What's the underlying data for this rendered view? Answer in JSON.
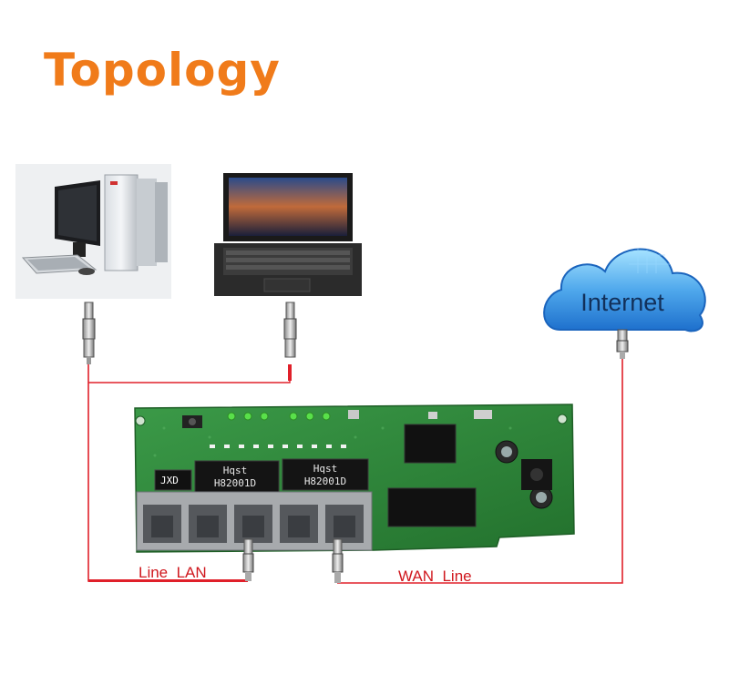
{
  "title": "Topology",
  "cloud_label": "Internet",
  "lan_label": "Line  LAN",
  "wan_label": "WAN  Line",
  "chip_label_1": "H82001D",
  "chip_label_2": "H82001D",
  "chip_brand_1": "Hqst",
  "chip_brand_2": "Hqst",
  "small_chip_label": "JXD",
  "colors": {
    "title": "#f07b1a",
    "line_red": "#e0202a",
    "label_red": "#d0181e",
    "cloud_top": "#8fd6ff",
    "cloud_bottom": "#1f7ad6",
    "pcb_green": "#2f8a3a"
  },
  "icons": {
    "desktop": "desktop-computer-icon",
    "laptop": "laptop-icon",
    "cloud": "cloud-icon",
    "board": "switch-board-icon",
    "plug": "rj45-plug-icon"
  }
}
